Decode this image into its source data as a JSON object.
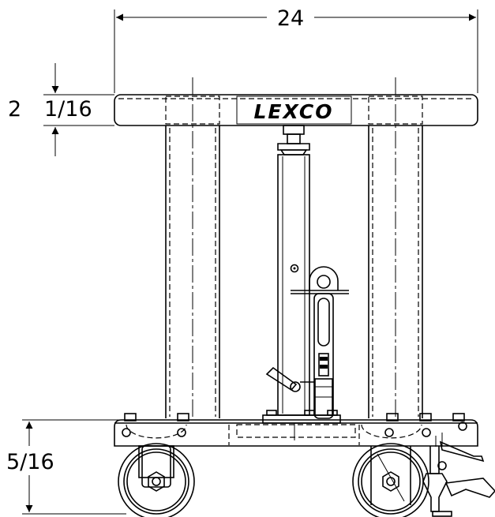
{
  "logo": {
    "text": "LEXCO"
  },
  "dimensions": {
    "width": "24",
    "top_thickness_whole": "2",
    "top_thickness_frac": "1/16",
    "base_height": "5/16"
  }
}
